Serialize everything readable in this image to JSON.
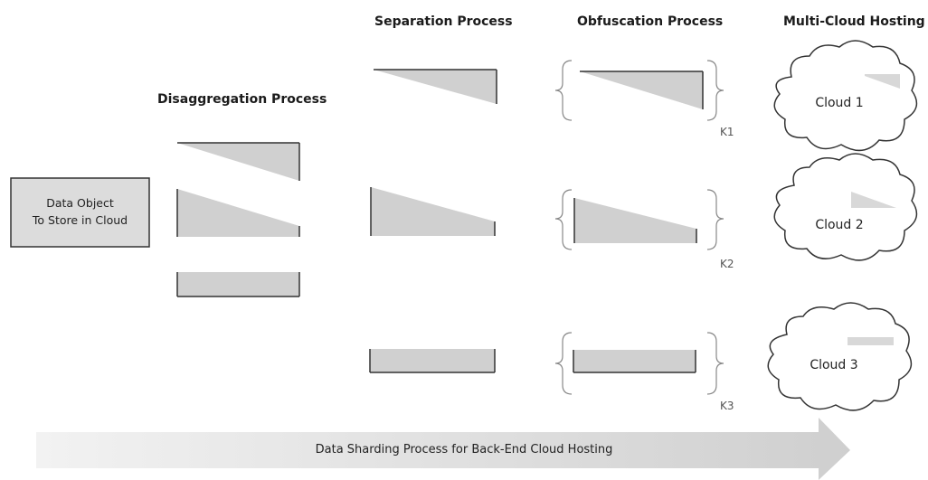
{
  "headers": {
    "separation": "Separation Process",
    "obfuscation": "Obfuscation Process",
    "multicloud": "Multi-Cloud Hosting",
    "disaggregation": "Disaggregation Process"
  },
  "data_object": {
    "line1": "Data Object",
    "line2": "To Store in Cloud"
  },
  "keys": [
    "K1",
    "K2",
    "K3"
  ],
  "clouds": [
    "Cloud 1",
    "Cloud 2",
    "Cloud 3"
  ],
  "footer": "Data Sharding Process for Back-End Cloud Hosting",
  "colors": {
    "fill": "#d0d0d0",
    "stroke": "#333333",
    "box_fill": "#dcdcdc",
    "arrow": "#d6d6d6"
  }
}
